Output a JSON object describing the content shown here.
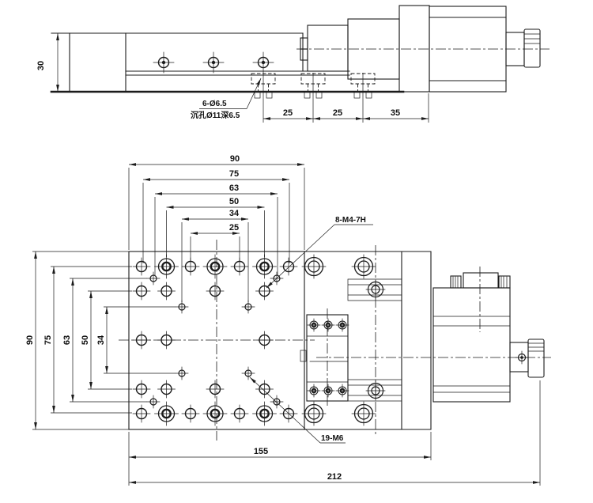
{
  "title": "Motorized linear translation stage engineering drawing",
  "side_view": {
    "stage_height": "30",
    "hole_spacings": [
      "25",
      "25",
      "35"
    ],
    "counterbore_note": [
      "6-Ø6.5",
      "沉孔Ø11深6.5"
    ]
  },
  "plan_view": {
    "width_chain": [
      "90",
      "75",
      "63",
      "50",
      "34",
      "25"
    ],
    "height_chain": [
      "90",
      "75",
      "63",
      "50",
      "34"
    ],
    "base_length": "155",
    "overall_length": "212",
    "m4_note": "8-M4-7H",
    "m6_note": "19-M6"
  },
  "colors": {
    "line": "#1b1b1b",
    "background": "#ffffff"
  }
}
